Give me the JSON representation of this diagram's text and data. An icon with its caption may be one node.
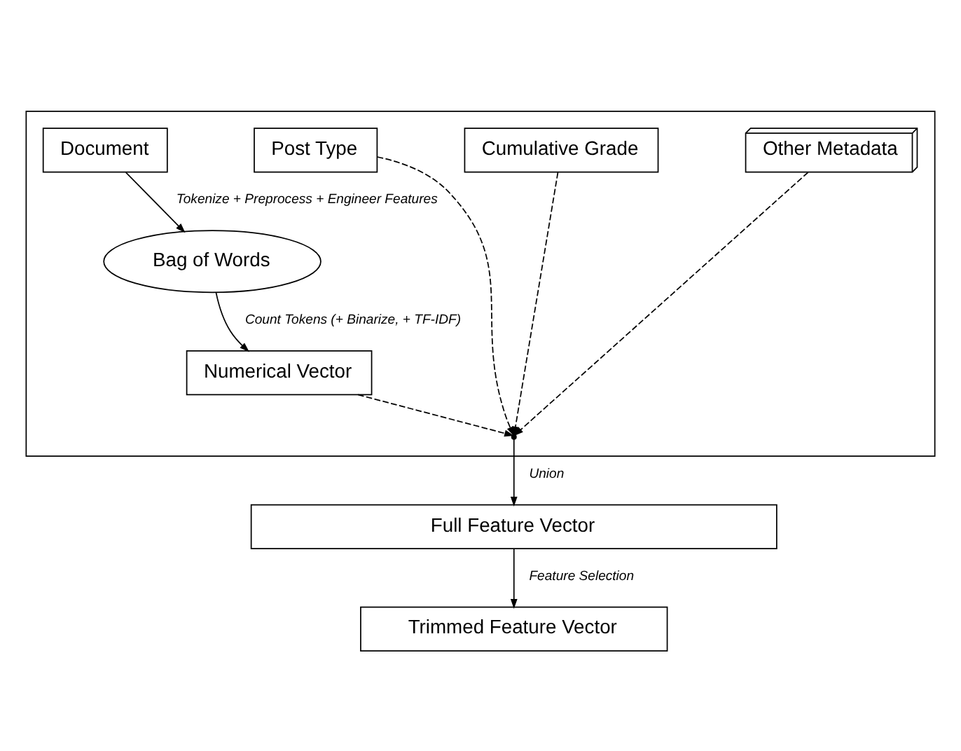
{
  "diagram": {
    "nodes": [
      {
        "text": [],
        "shape": "box"
      },
      {
        "text": [
          "Document"
        ],
        "in": 0
      },
      {
        "text": [
          "Post Type"
        ],
        "in": 0
      },
      {
        "text": [
          "Cumulative Grade"
        ],
        "in": 0
      },
      {
        "text": [
          "Other Metadata"
        ],
        "in": 0
      },
      {
        "text": [
          "Bag of Words"
        ],
        "in": 0
      },
      {
        "text": [
          "Numerical Vector"
        ],
        "in": 0
      },
      {
        "text": [],
        "shape": "point",
        "in": 0
      },
      {
        "text": [
          "Full Feature Vector"
        ]
      },
      {
        "text": [
          "Trimmed Feature Vector"
        ]
      }
    ],
    "edges": [
      {
        "from": 1,
        "to": 5,
        "arrow": "to",
        "label": "Tokenize + Preprocess + Engineer Features"
      },
      {
        "from": 5,
        "to": 6,
        "arrow": "to",
        "label": "Count Tokens (+ Binarize, + TF-IDF)"
      },
      {
        "from": 6,
        "to": 7,
        "arrow": "to",
        "style": "dashed"
      },
      {
        "from": 2,
        "to": 7,
        "arrow": "to",
        "style": "dashed"
      },
      {
        "from": 3,
        "to": 7,
        "arrow": "to",
        "style": "dashed"
      },
      {
        "from": 4,
        "to": 7,
        "arrow": "to",
        "style": "dashed"
      },
      {
        "from": 7,
        "to": 8,
        "arrow": "to",
        "label": "Union"
      },
      {
        "from": 8,
        "to": 9,
        "arrow": "to",
        "label": "Feature Selection"
      }
    ]
  }
}
